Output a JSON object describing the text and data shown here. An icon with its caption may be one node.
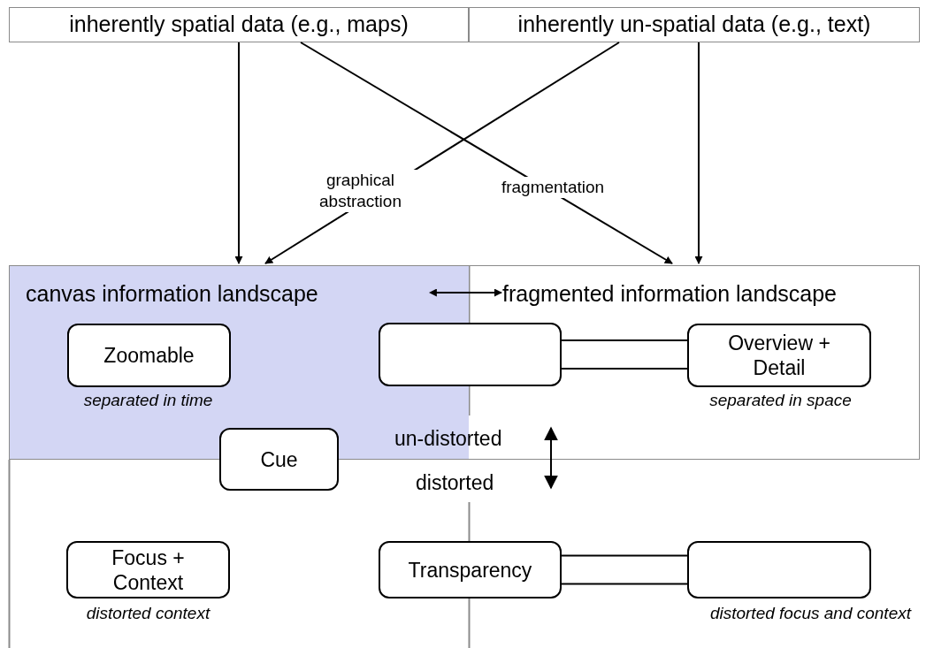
{
  "diagram": {
    "nodes": [
      {
        "text": [
          "inherently spatial data (e.g., maps)"
        ]
      },
      {
        "text": [
          "inherently un-spatial data (e.g., text)"
        ]
      },
      {
        "text": [
          "canvas information landscape"
        ]
      },
      {
        "text": [
          "fragmented information landscape"
        ]
      },
      {
        "text": [
          "Zoomable"
        ],
        "in": 2,
        "beside": [
          "separated in time"
        ]
      },
      {
        "text": [],
        "shape": "box"
      },
      {
        "text": [
          "Overview + Detail"
        ],
        "in": 3,
        "beside": [
          "separated in space"
        ]
      },
      {
        "text": [
          "Cue"
        ]
      },
      {
        "text": [
          "Focus + Context"
        ],
        "beside": [
          "distorted context"
        ]
      },
      {
        "text": [
          "Transparency"
        ]
      },
      {
        "text": [],
        "shape": "box",
        "beside": [
          "distorted focus and context"
        ]
      }
    ],
    "edges": [
      {
        "from": 0,
        "to": 2,
        "arrow": "to"
      },
      {
        "from": 0,
        "to": 3,
        "arrow": "to",
        "label": "fragmentation"
      },
      {
        "from": 1,
        "to": 2,
        "arrow": "to",
        "label": "graphical abstraction"
      },
      {
        "from": 1,
        "to": 3,
        "arrow": "to"
      },
      {
        "from": 2,
        "to": 3,
        "arrow": "both"
      },
      {
        "from": 5,
        "to": 6,
        "arrow": "none"
      },
      {
        "from": 9,
        "to": 10,
        "arrow": "none"
      }
    ],
    "labels": [
      "un-distorted",
      "distorted"
    ]
  }
}
